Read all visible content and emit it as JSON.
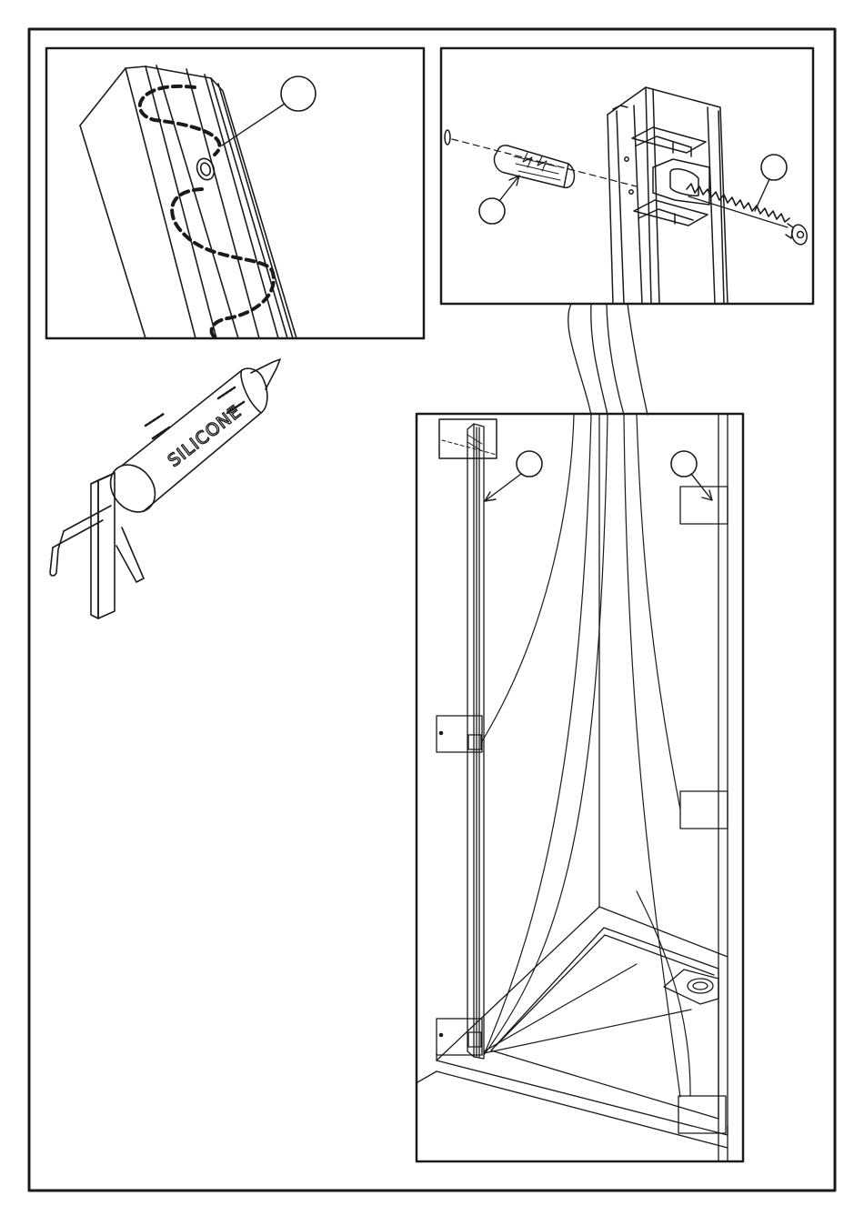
{
  "page": {
    "background": "#ffffff",
    "ink_color": "#1a1a1a"
  },
  "panels": {
    "sealant_detail": {
      "icon": "silicone-bead-on-profile",
      "callout": ""
    },
    "anchor_detail": {
      "icon": "wall-plug-and-screw",
      "callouts": [
        "",
        ""
      ]
    },
    "installation_view": {
      "icon": "shower-tray-with-wall-profile",
      "callouts": [
        "",
        ""
      ]
    }
  },
  "silicone_gun": {
    "icon": "caulking-gun",
    "brand_label": "SILICONE"
  }
}
